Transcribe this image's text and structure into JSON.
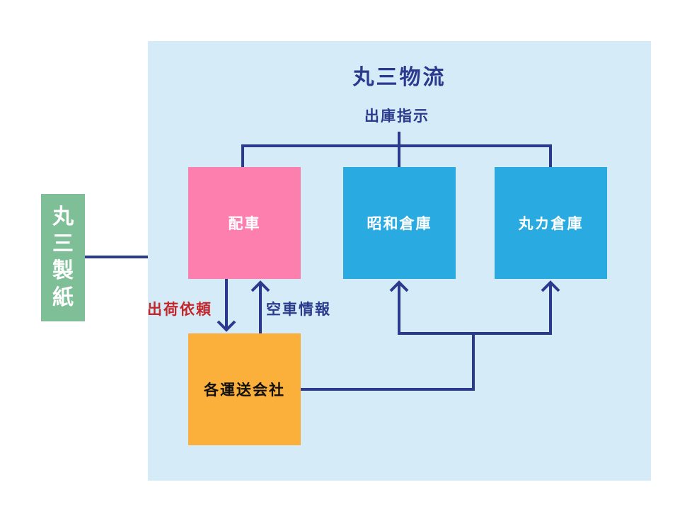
{
  "colors": {
    "panel": "#d5ecf8",
    "line": "#2b3a8c",
    "pink": "#fd7fae",
    "blue": "#29abe2",
    "orange": "#fbb03b",
    "green": "#7fbf97",
    "red_text": "#c1272d",
    "navy_text": "#2b3a8c"
  },
  "diagram": {
    "title": "丸三物流",
    "instruction_label": "出庫指示",
    "dispatch": "配車",
    "warehouse_showa": "昭和倉庫",
    "warehouse_maruka": "丸カ倉庫",
    "carriers": "各運送会社",
    "shipment_request": "出荷依頼",
    "empty_vehicle_info": "空車情報",
    "client": {
      "chars": [
        "丸",
        "三",
        "製",
        "紙"
      ]
    }
  }
}
